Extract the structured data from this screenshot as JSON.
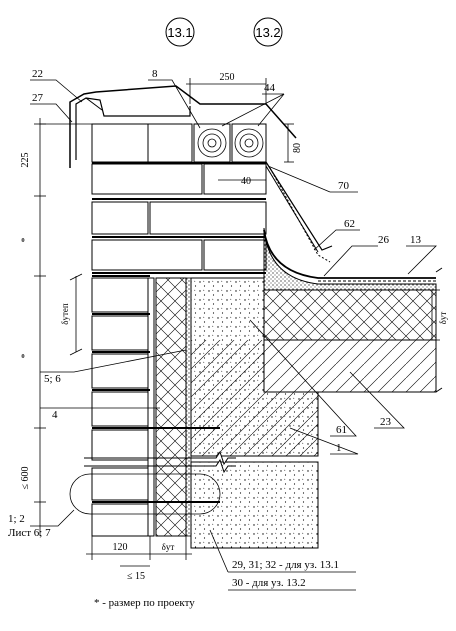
{
  "refs": [
    "13.1",
    "13.2"
  ],
  "dimensions": {
    "d250": "250",
    "d80": "80",
    "d225": "225",
    "star1": "*",
    "star2": "*",
    "d600": "≤ 600",
    "d120": "120",
    "d15": "≤ 15",
    "d40": "40",
    "delta_ut": "δут",
    "delta_utep": "δутеп"
  },
  "callouts": {
    "c22": "22",
    "c27": "27",
    "c8": "8",
    "c44": "44",
    "c70": "70",
    "c62": "62",
    "c26": "26",
    "c13": "13",
    "c56": "5; 6",
    "c4": "4",
    "c61": "61",
    "c1": "1",
    "c23": "23",
    "c12": "1; 2",
    "sheet": "Лист 6; 7",
    "note_a": "29, 31; 32 - для уз. 13.1",
    "note_b": "30 - для уз. 13.2"
  },
  "footnote": "* - размер по проекту"
}
